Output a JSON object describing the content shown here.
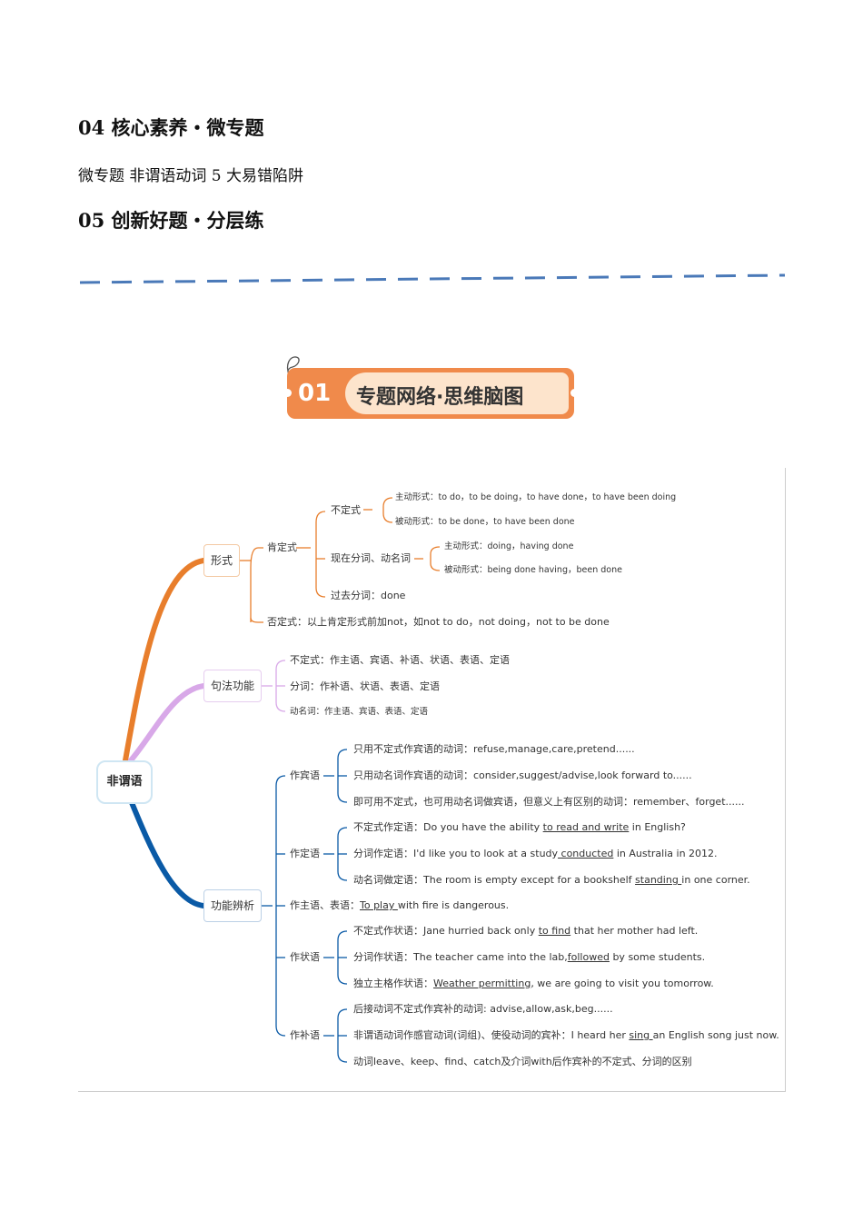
{
  "headings": {
    "sec04": "04 核心素养・微专题",
    "sec04_item": "微专题 非谓语动词 5 大易错陷阱",
    "sec05": "05 创新好题・分层练"
  },
  "banner": {
    "number": "01",
    "title": "专题网络·思维脑图"
  },
  "colors": {
    "banner": "#f08a4b",
    "dash": "#4a79b8",
    "orange": "#e87e2c",
    "purple": "#d8a8e8",
    "blue": "#0a5aa6"
  },
  "mindmap": {
    "root": "非谓语",
    "form": {
      "label": "形式",
      "affirmative": "肯定式",
      "infinitive": "不定式",
      "inf_active": "主动形式：to do，to be doing，to have done，to have been doing",
      "inf_passive": "被动形式：to be done，to have been done",
      "participle": "现在分词、动名词",
      "part_active": "主动形式：doing，having done",
      "part_passive": "被动形式：being done having，been done",
      "past": "过去分词：done",
      "negative": "否定式：以上肯定形式前加not，如not to do，not doing，not to be done"
    },
    "syntax": {
      "label": "句法功能",
      "items": [
        "不定式：作主语、宾语、补语、状语、表语、定语",
        "分词：作补语、状语、表语、定语",
        "动名词：作主语、宾语、表语、定语"
      ]
    },
    "analysis": {
      "label": "功能辨析",
      "object": {
        "label": "作宾语",
        "items": [
          "只用不定式作宾语的动词：refuse,manage,care,pretend......",
          "只用动名词作宾语的动词：consider,suggest/advise,look forward to......",
          "即可用不定式，也可用动名词做宾语，但意义上有区别的动词：remember、forget......"
        ]
      },
      "attrib": {
        "label": "作定语",
        "i1_a": "不定式作定语：Do you have the ability ",
        "i1_u": "to read and write",
        "i1_b": " in English?",
        "i2_a": "分词作定语：I'd like you to look at a study",
        "i2_u": " conducted",
        "i2_b": " in Australia in 2012.",
        "i3_a": "动名词做定语：The room is empty except for a bookshelf ",
        "i3_u": "standing ",
        "i3_b": "in one corner."
      },
      "subject": {
        "a": "作主语、表语：",
        "u": "To play ",
        "b": "with fire is dangerous."
      },
      "adverbial": {
        "label": "作状语",
        "i1_a": "不定式作状语：Jane hurried back only ",
        "i1_u": "to find",
        "i1_b": " that her mother had left.",
        "i2_a": "分词作状语：The teacher came into the lab,",
        "i2_u": "followed",
        "i2_b": " by some students.",
        "i3_a": "独立主格作状语：",
        "i3_u": "Weather permitting",
        "i3_b": ", we are going to visit you tomorrow."
      },
      "complement": {
        "label": "作补语",
        "i1": "后接动词不定式作宾补的动词: advise,allow,ask,beg......",
        "i2_a": "非谓语动词作感官动词(词组)、使役动词的宾补：I heard her ",
        "i2_u": "sing ",
        "i2_b": "an English song just now.",
        "i3": "动词leave、keep、find、catch及介词with后作宾补的不定式、分词的区别"
      }
    }
  }
}
